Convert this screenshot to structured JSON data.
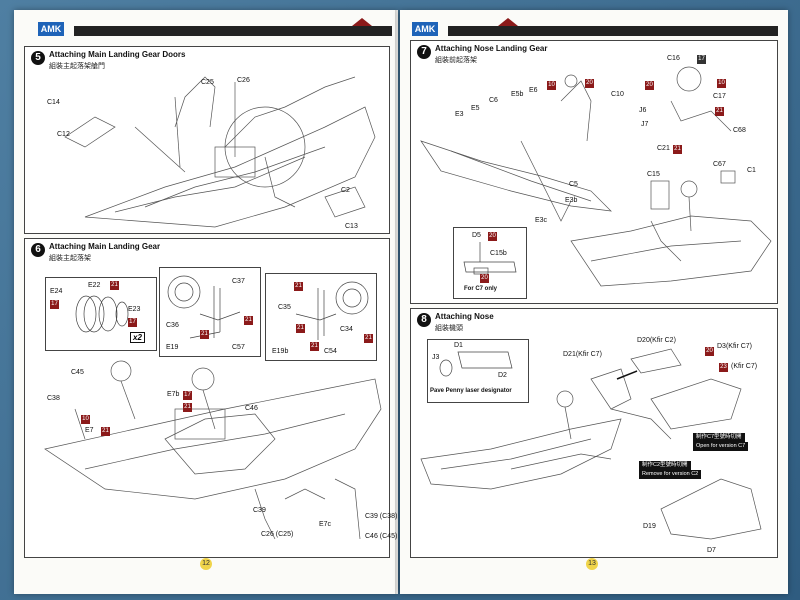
{
  "brand": {
    "logo": "AMK",
    "accent": "#8b1a1a",
    "badge_color": "#f0d44a"
  },
  "left_page": {
    "page_number": "12",
    "step5": {
      "number": "5",
      "title": "Attaching Main Landing Gear Doors",
      "subtitle": "組裝主起落架艙門",
      "labels": [
        "C14",
        "C12",
        "C25",
        "C26",
        "C2",
        "C13"
      ]
    },
    "step6": {
      "number": "6",
      "title": "Attaching Main Landing Gear",
      "subtitle": "組裝主起落架",
      "labels": [
        "E24",
        "E22",
        "E23",
        "C37",
        "C36",
        "C57",
        "E19",
        "C35",
        "C34",
        "E19b",
        "C54",
        "C45",
        "C38",
        "E7",
        "E7b",
        "C46",
        "C39",
        "C26 (C25)",
        "E7c",
        "C39 (C38)",
        "C46 (C45)"
      ],
      "multiplier": "x2",
      "squares": [
        "21",
        "17",
        "17",
        "21",
        "21",
        "21",
        "21",
        "21",
        "21",
        "17",
        "21",
        "10",
        "21"
      ]
    }
  },
  "right_page": {
    "page_number": "13",
    "step7": {
      "number": "7",
      "title": "Attaching Nose Landing Gear",
      "subtitle": "組裝前起落架",
      "labels": [
        "E3",
        "E5",
        "C6",
        "E5b",
        "E6",
        "C10",
        "C16",
        "J6",
        "J7",
        "C17",
        "C68",
        "C21",
        "C15",
        "C5",
        "E3b",
        "E3c",
        "C67",
        "C1",
        "D5",
        "C15b"
      ],
      "inset_caption": "For C7 only",
      "squares": [
        "10",
        "20",
        "17",
        "20",
        "10",
        "21",
        "21",
        "20",
        "20"
      ]
    },
    "step8": {
      "number": "8",
      "title": "Attaching Nose",
      "subtitle": "組裝機頭",
      "labels": [
        "D1",
        "J3",
        "D2",
        "D21(Kfir C7)",
        "D20(Kfir C2)",
        "D3(Kfir C7)",
        "(Kfir C7)",
        "D19",
        "D7"
      ],
      "inset_caption": "Pave Penny laser designator",
      "note_c7_cn": "制作C7型號時切開",
      "note_c7_en": "Open for version C7",
      "note_c2_cn": "制作C2型號時切開",
      "note_c2_en": "Remove for version C2",
      "squares": [
        "20",
        "23"
      ]
    }
  }
}
